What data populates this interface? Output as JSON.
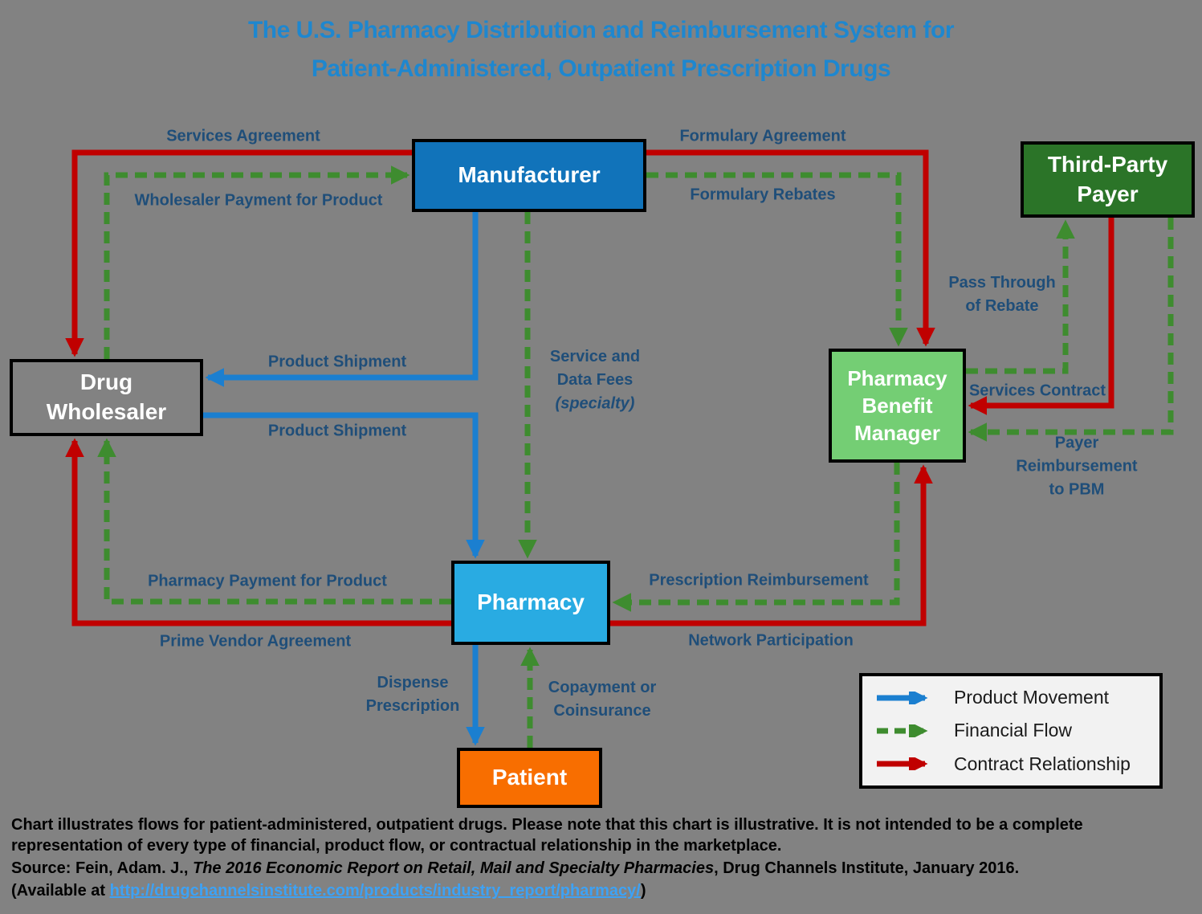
{
  "title": {
    "text": "The U.S. Pharmacy Distribution and Reimbursement System for\nPatient-Administered, Outpatient Prescription Drugs"
  },
  "nodes": {
    "manufacturer": {
      "label": "Manufacturer"
    },
    "drug_wholesaler": {
      "label": "Drug\nWholesaler"
    },
    "pharmacy": {
      "label": "Pharmacy"
    },
    "patient": {
      "label": "Patient"
    },
    "pbm": {
      "label": "Pharmacy\nBenefit\nManager"
    },
    "third_party_payer": {
      "label": "Third-Party\nPayer"
    }
  },
  "edges": [
    {
      "type": "contract",
      "from": "Manufacturer",
      "to": "Drug Wholesaler",
      "label": "Services Agreement"
    },
    {
      "type": "financial",
      "from": "Drug Wholesaler",
      "to": "Manufacturer",
      "label": "Wholesaler Payment for Product"
    },
    {
      "type": "contract",
      "from": "Manufacturer",
      "to": "Pharmacy Benefit Manager",
      "label": "Formulary Agreement"
    },
    {
      "type": "financial",
      "from": "Manufacturer",
      "to": "Pharmacy Benefit Manager",
      "label": "Formulary Rebates"
    },
    {
      "type": "product",
      "from": "Manufacturer",
      "to": "Drug Wholesaler",
      "label": "Product Shipment"
    },
    {
      "type": "product",
      "from": "Drug Wholesaler",
      "to": "Pharmacy",
      "label": "Product Shipment"
    },
    {
      "type": "financial",
      "from": "Manufacturer",
      "to": "Pharmacy",
      "label": "Service and\nData Fees",
      "note": "(specialty)"
    },
    {
      "type": "financial",
      "from": "Pharmacy Benefit Manager",
      "to": "Third-Party Payer",
      "label": "Pass Through\nof Rebate"
    },
    {
      "type": "contract",
      "from": "Third-Party Payer",
      "to": "Pharmacy Benefit Manager",
      "label": "Services Contract"
    },
    {
      "type": "financial",
      "from": "Third-Party Payer",
      "to": "Pharmacy Benefit Manager",
      "label": "Payer Reimbursement\nto PBM"
    },
    {
      "type": "financial",
      "from": "Pharmacy",
      "to": "Drug Wholesaler",
      "label": "Pharmacy Payment for Product"
    },
    {
      "type": "contract",
      "from": "Pharmacy",
      "to": "Drug Wholesaler",
      "label": "Prime Vendor Agreement"
    },
    {
      "type": "financial",
      "from": "Pharmacy Benefit Manager",
      "to": "Pharmacy",
      "label": "Prescription Reimbursement"
    },
    {
      "type": "contract",
      "from": "Pharmacy",
      "to": "Pharmacy Benefit Manager",
      "label": "Network Participation"
    },
    {
      "type": "product",
      "from": "Pharmacy",
      "to": "Patient",
      "label": "Dispense\nPrescription"
    },
    {
      "type": "financial",
      "from": "Patient",
      "to": "Pharmacy",
      "label": "Copayment or\nCoinsurance"
    }
  ],
  "legend": {
    "items": [
      {
        "type": "product",
        "label": "Product Movement"
      },
      {
        "type": "financial",
        "label": "Financial Flow"
      },
      {
        "type": "contract",
        "label": "Contract Relationship"
      }
    ]
  },
  "footnote": {
    "body": "Chart illustrates flows for patient-administered, outpatient drugs. Please note that this chart is illustrative. It is not intended to be a complete representation of every type of financial, product flow, or contractual relationship in the marketplace.",
    "source_prefix": "Source: Fein, Adam. J., ",
    "source_title": "The 2016 Economic Report on Retail, Mail and Specialty Pharmacies",
    "source_suffix": ", Drug Channels Institute, January 2016.",
    "available_prefix": "(Available at ",
    "link": "http://drugchannelsinstitute.com/products/industry_report/pharmacy/",
    "available_suffix": ")"
  },
  "colors": {
    "background": "#828282",
    "title_text": "#1E87CF",
    "label_text": "#1F4E79",
    "link_text": "#3DA2F5",
    "product_movement": "#1B7FD0",
    "financial_flow": "#3E8C2F",
    "contract_relationship": "#C00000",
    "manufacturer_fill": "#1173BA",
    "wholesaler_fill": "#828282",
    "pharmacy_fill": "#29ABE2",
    "patient_fill": "#F86E00",
    "pbm_fill": "#74CE74",
    "payer_fill": "#2B7428",
    "legend_fill": "#F2F2F2"
  }
}
